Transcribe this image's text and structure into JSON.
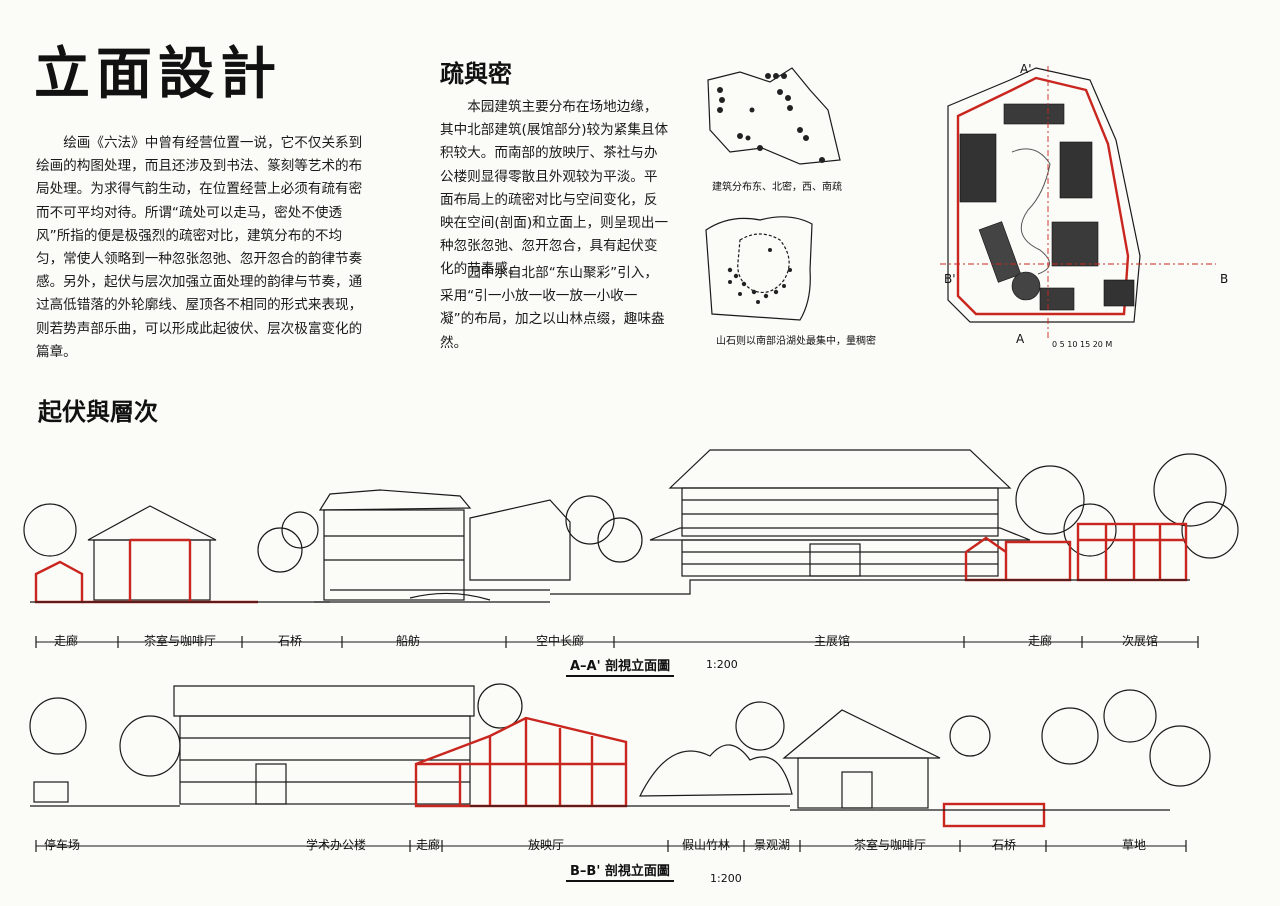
{
  "title": "立面設計",
  "intro_text": "绘画《六法》中曾有经营位置一说，它不仅关系到绘画的构图处理，而且还涉及到书法、篆刻等艺术的布局处理。为求得气韵生动，在位置经营上必须有疏有密而不可平均对待。所谓“疏处可以走马，密处不使透风”所指的便是极强烈的疏密对比，建筑分布的不均匀，常使人领略到一种忽张忽弛、忽开忽合的韵律节奏感。另外，起伏与层次加强立面处理的韵律与节奏，通过高低错落的外轮廓线、屋顶各不相同的形式来表现，则若势声部乐曲，可以形成此起彼伏、层次极富变化的篇章。",
  "density_section": {
    "heading": "疏與密",
    "paragraph1": "本园建筑主要分布在场地边缘，其中北部建筑(展馆部分)较为紧集且体积较大。而南部的放映厅、茶社与办公楼则显得零散且外观较为平淡。平面布局上的疏密对比与空间变化，反映在空间(剖面)和立面上，则呈现出一种忽张忽弛、忽开忽合，具有起伏变化的节奏感。",
    "paragraph2": "园中水自北部“东山聚彩”引入，采用“引一小放一收一放一小收一凝”的布局，加之以山林点缀，趣味盎然。"
  },
  "diagram_captions": {
    "building_distribution": "建筑分布东、北密，西、南疏",
    "rockery_distribution": "山石则以南部沿湖处最集中，量稠密"
  },
  "site_plan": {
    "labels": [
      "A'",
      "A",
      "B'",
      "B"
    ],
    "scale_bar": "0 5 10 15 20 M"
  },
  "rhythm_section": {
    "heading": "起伏與層次"
  },
  "section_aa": {
    "label": "A–A' 剖視立面圖",
    "scale": "1:200",
    "segments": [
      "走廊",
      "茶室与咖啡厅",
      "石桥",
      "船舫",
      "空中长廊",
      "主展馆",
      "走廊",
      "次展馆"
    ]
  },
  "section_bb": {
    "label": "B–B' 剖視立面圖",
    "scale": "1:200",
    "segments": [
      "停车场",
      "学术办公楼",
      "走廊",
      "放映厅",
      "假山竹林",
      "景观湖",
      "茶室与咖啡厅",
      "石桥",
      "草地"
    ]
  },
  "colors": {
    "ink": "#1a1a1a",
    "section_red": "#c9261f",
    "paper": "#fbfbf8"
  }
}
